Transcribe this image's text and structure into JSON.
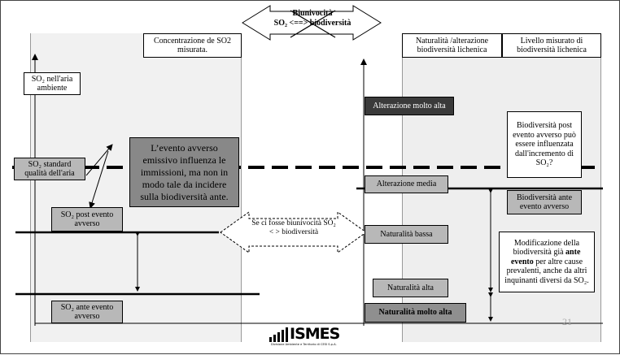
{
  "colors": {
    "panel_fill": "#f1f1f1",
    "box_gray": "#b8b8b8",
    "box_dark_gray": "#888888",
    "box_darkest": "#3a3a3a",
    "white": "#ffffff"
  },
  "header": {
    "biunivocita_title": "Biunivocità",
    "biunivocita_formula": "SO₂ <==> biodiversità"
  },
  "left_panel": {
    "title": "Concentrazione de SO2 misurata."
  },
  "right_panel": {
    "title_alterazione": "Naturalità /alterazione biodiversità lichenica",
    "title_livello": "Livello misurato di biodiversità lichenica"
  },
  "labels": {
    "so2_aria": "SO₂ nell'aria ambiente",
    "so2_standard": "SO₂ standard qualità dell'aria",
    "so2_post": "SO₂ post evento avverso",
    "so2_ante": "SO₂ ante evento avverso",
    "evento_text": "L’evento avverso emissivo influenza le immissioni, ma non in modo tale da incidere sulla biodiversità ante.",
    "se_ci_fosse": "Se ci fosse biunivocità SO₂ < > biodiversità"
  },
  "scale": {
    "alterazione_molto_alta": "Alterazione molto alta",
    "alterazione_media": "Alterazione media",
    "naturalita_bassa": "Naturalità bassa",
    "naturalita_alta": "Naturalità alta",
    "naturalita_molto_alta": "Naturalità molto alta"
  },
  "right_boxes": {
    "biodiversita_post": "Biodiversità post evento avverso può essere influenzata dall'incremento di SO₂?",
    "biodiversita_ante": "Biodiversità ante evento avverso",
    "modificazione_html_parts": {
      "p1": "Modificazione della biodiversità già ",
      "bold": "ante evento",
      "p2": " per altre cause prevalenti, anche da altri inquinanti diversi da SO₂."
    }
  },
  "footer": {
    "logo_text": "ISMES",
    "logo_subtitle": "Divisione Ambiente e Territorio di CESI S.p.A.",
    "page_number": "21"
  }
}
